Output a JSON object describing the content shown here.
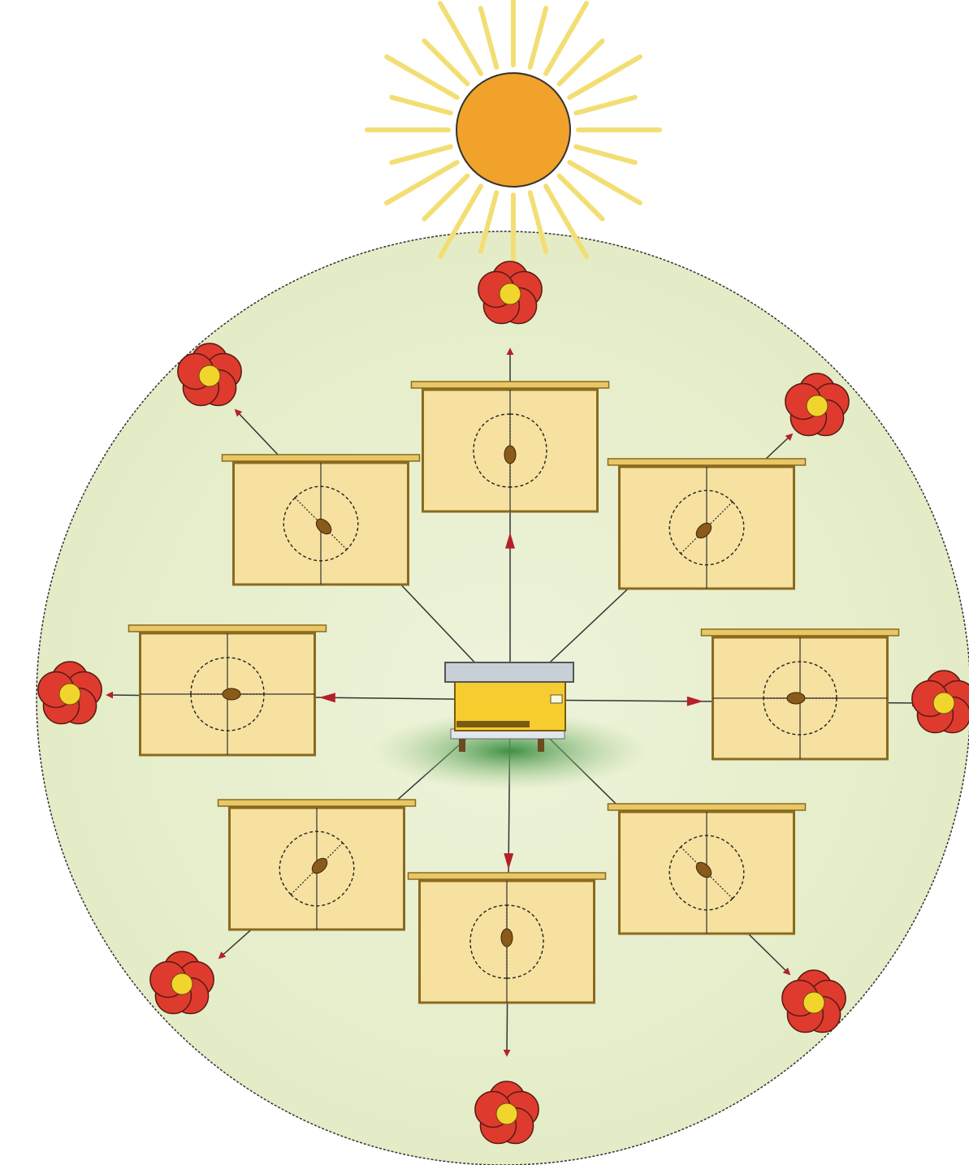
{
  "diagram": {
    "colors": {
      "background": "#ffffff",
      "meadow": "#e9efd3",
      "meadow_tint": "#cfe0a6",
      "sun_core": "#f0a22a",
      "sun_rays": "#f3de74",
      "arrow": "#b3212a",
      "frame_fill": "#f6e1a0",
      "frame_border": "#8a6a1e",
      "petal": "#de3b2e",
      "flower_center": "#f2d52c",
      "hive_body": "#f6cc2e",
      "hive_roof": "#c9cfd6",
      "grass": "#5a9e4f",
      "bee": "#8a5a1a",
      "dance_path": "#222222"
    },
    "icons": {
      "sun": "sun-icon",
      "hive": "beehive-icon",
      "flower": "flower-icon",
      "bee": "bee-icon"
    },
    "directions_deg": [
      0,
      45,
      90,
      135,
      180,
      225,
      270,
      315
    ],
    "dance_count": 8,
    "flower_count": 8
  }
}
